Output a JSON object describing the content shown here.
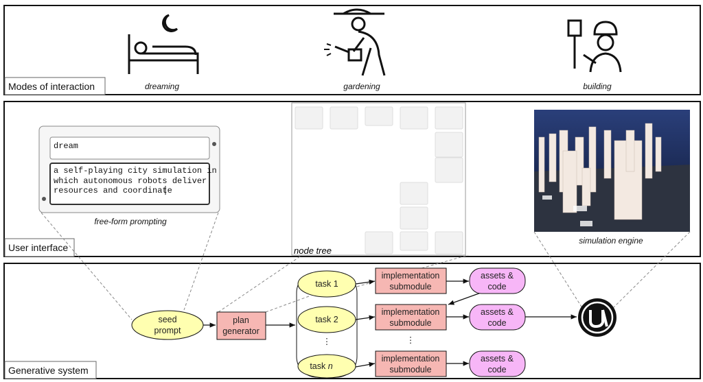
{
  "panels": {
    "modes": {
      "label": "Modes of interaction",
      "items": [
        {
          "caption": "dreaming",
          "icon": "sleeping-person-moon-icon"
        },
        {
          "caption": "gardening",
          "icon": "gardener-watering-can-icon"
        },
        {
          "caption": "building",
          "icon": "builder-hammer-icon"
        }
      ]
    },
    "ui": {
      "label": "User interface",
      "prompt_mode_value": "dream",
      "prompt_lines": [
        "a self-playing city simulation in",
        "which autonomous robots deliver",
        "resources and coordinate"
      ],
      "prompt_caption": "free-form prompting",
      "tree_caption": "node tree",
      "sim_caption": "simulation engine"
    },
    "gen": {
      "label": "Generative system",
      "seed": [
        "seed",
        "prompt"
      ],
      "plan": [
        "plan",
        "generator"
      ],
      "tasks": [
        "task 1",
        "task 2",
        "task "
      ],
      "task_n_var": "n",
      "impl": [
        "implementation",
        "submodule"
      ],
      "assets": [
        "assets &",
        "code"
      ],
      "ellipsis": "⋮",
      "engine_icon": "unreal-engine-logo-icon"
    }
  },
  "colors": {
    "ellipse_fill": "#ffffb0",
    "impl_fill": "#f6b7b3",
    "assets_fill": "#f7b6f7",
    "sim_sky": "#1a2a55"
  }
}
